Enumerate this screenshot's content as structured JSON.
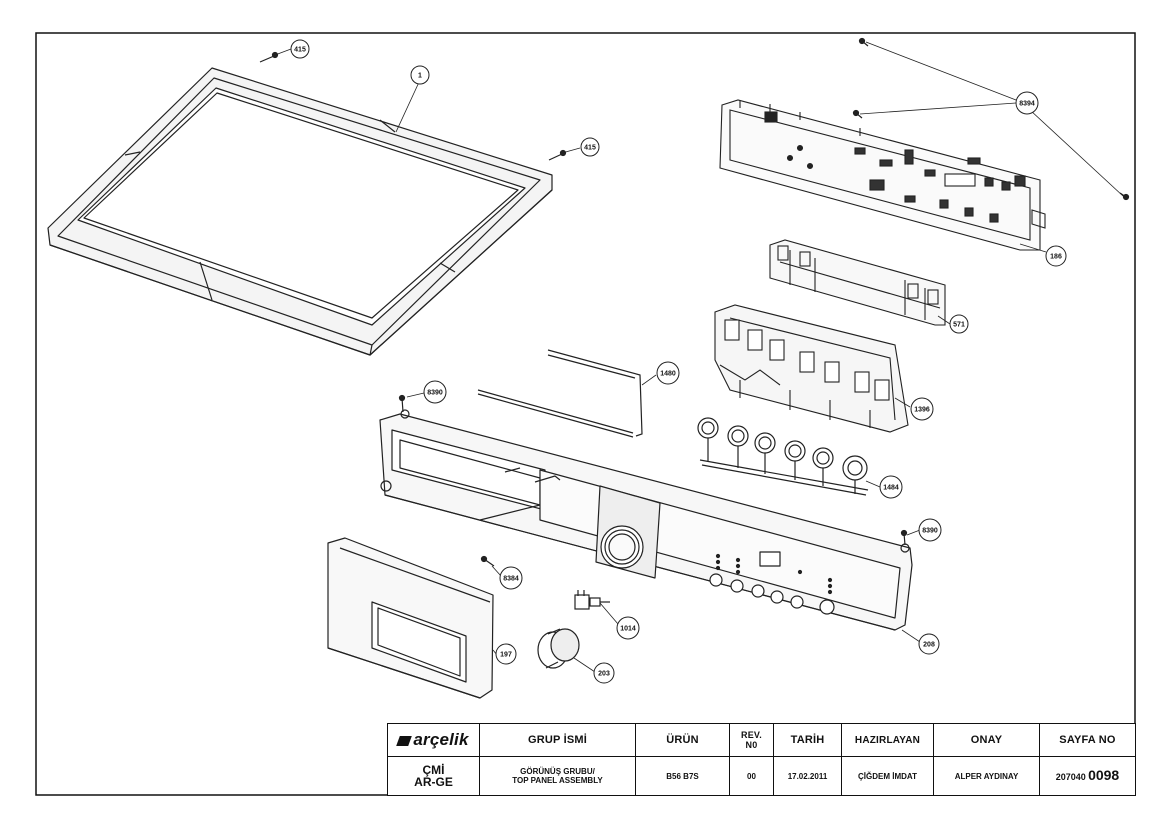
{
  "callouts": [
    {
      "id": "c1",
      "label": "415"
    },
    {
      "id": "c2",
      "label": "1"
    },
    {
      "id": "c3",
      "label": "415"
    },
    {
      "id": "c4",
      "label": "8394"
    },
    {
      "id": "c5",
      "label": "186"
    },
    {
      "id": "c6",
      "label": "571"
    },
    {
      "id": "c7",
      "label": "1480"
    },
    {
      "id": "c8",
      "label": "1396"
    },
    {
      "id": "c9",
      "label": "8390"
    },
    {
      "id": "c10",
      "label": "1484"
    },
    {
      "id": "c11",
      "label": "8390"
    },
    {
      "id": "c12",
      "label": "8384"
    },
    {
      "id": "c13",
      "label": "1014"
    },
    {
      "id": "c14",
      "label": "197"
    },
    {
      "id": "c15",
      "label": "203"
    },
    {
      "id": "c16",
      "label": "208"
    }
  ],
  "title_block": {
    "logo": "arçelik",
    "headers": {
      "group_name": "GRUP İSMİ",
      "product": "ÜRÜN",
      "rev_line1": "REV.",
      "rev_line2": "N0",
      "date": "TARİH",
      "prepared_by": "HAZIRLAYAN",
      "approved": "ONAY",
      "page_no": "SAYFA NO"
    },
    "values": {
      "dept_line1": "ÇMİ",
      "dept_line2": "AR-GE",
      "group_line1": "GÖRÜNÜŞ GRUBU/",
      "group_line2": "TOP PANEL ASSEMBLY",
      "product": "B56 B7S",
      "rev": "00",
      "date": "17.02.2011",
      "prepared_by": "ÇİĞDEM İMDAT",
      "approved": "ALPER AYDINAY",
      "page_prefix": "207040",
      "page_number": "0098"
    }
  }
}
